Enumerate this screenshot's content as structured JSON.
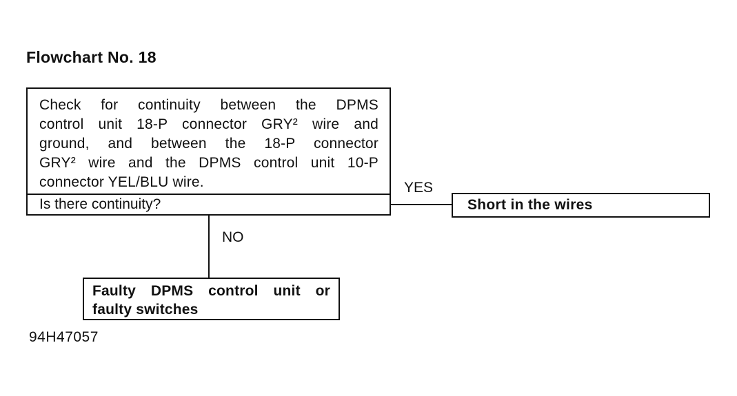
{
  "page": {
    "title": "Flowchart No. 18",
    "code": "94H47057"
  },
  "main_box": {
    "instruction_lines": [
      "Check for continuity between the DPMS",
      "control unit 18-P connector GRY² wire and",
      "ground, and between the 18-P connector",
      "GRY² wire and the DPMS control unit 10-P",
      "connector YEL/BLU wire."
    ],
    "question": "Is there continuity?"
  },
  "branches": {
    "yes_label": "YES",
    "no_label": "NO"
  },
  "results": {
    "yes_box": "Short in the wires",
    "no_box_lines": [
      "Faulty DPMS control unit or",
      "faulty switches"
    ]
  },
  "colors": {
    "ink": "#111111",
    "background": "#ffffff"
  }
}
